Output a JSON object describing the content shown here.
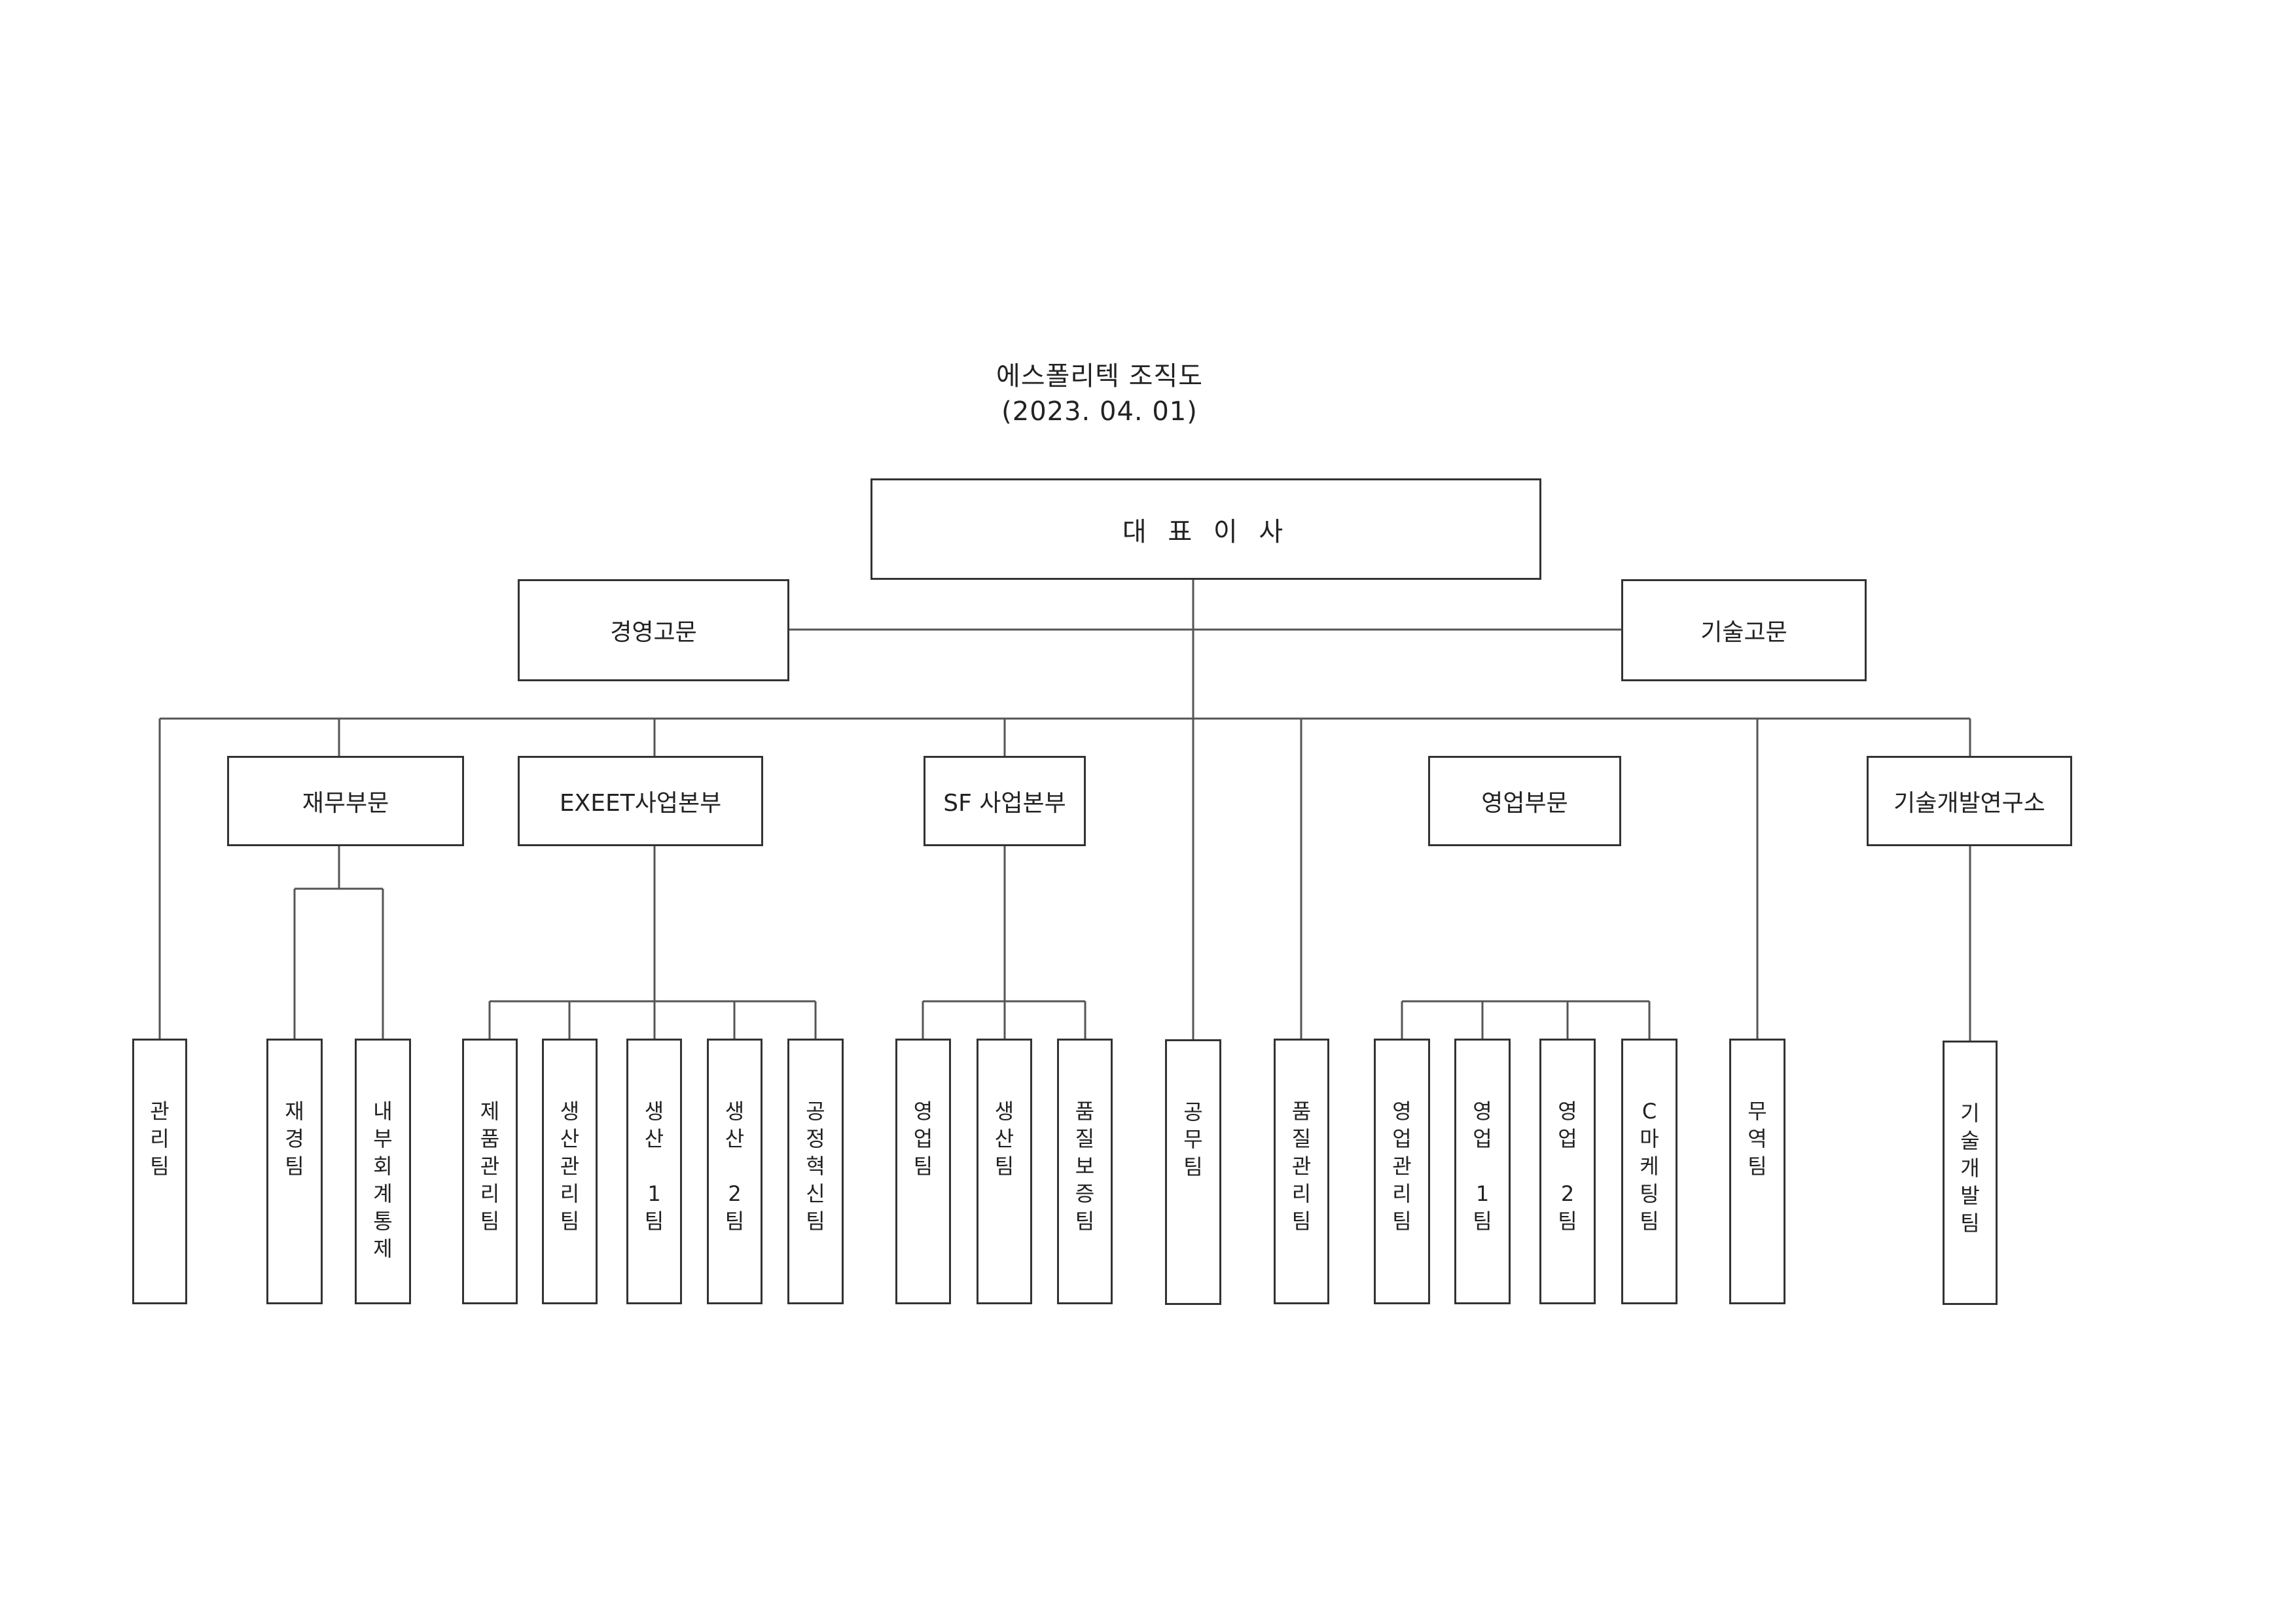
{
  "title": "에스폴리텍 조직도",
  "date": "(2023. 04. 01)",
  "ceo": "대 표 이 사",
  "advisors": {
    "management": "경영고문",
    "technical": "기술고문"
  },
  "divisions": {
    "finance": "재무부문",
    "exeet": "EXEET사업본부",
    "sf": "SF 사업본부",
    "sales": "영업부문",
    "rnd": "기술개발연구소"
  },
  "teams": {
    "admin": "관리팀",
    "finance_acct": "재경팀",
    "internal_control": "내부회계통제",
    "product_mgmt": "제품관리팀",
    "production_mgmt": "생산관리팀",
    "production1": "생산 1팀",
    "production2": "생산 2팀",
    "process_innovation": "공정혁신팀",
    "sf_sales": "영업팀",
    "sf_production": "생산팀",
    "sf_qa": "품질보증팀",
    "engineering": "공무팀",
    "quality_mgmt": "품질관리팀",
    "sales_mgmt": "영업관리팀",
    "sales1": "영업 1팀",
    "sales2": "영업 2팀",
    "c_marketing": "C마케팅팀",
    "trade": "무역팀",
    "tech_dev": "기술개발팀"
  },
  "colors": {
    "line": "#555555",
    "border": "#333333"
  }
}
